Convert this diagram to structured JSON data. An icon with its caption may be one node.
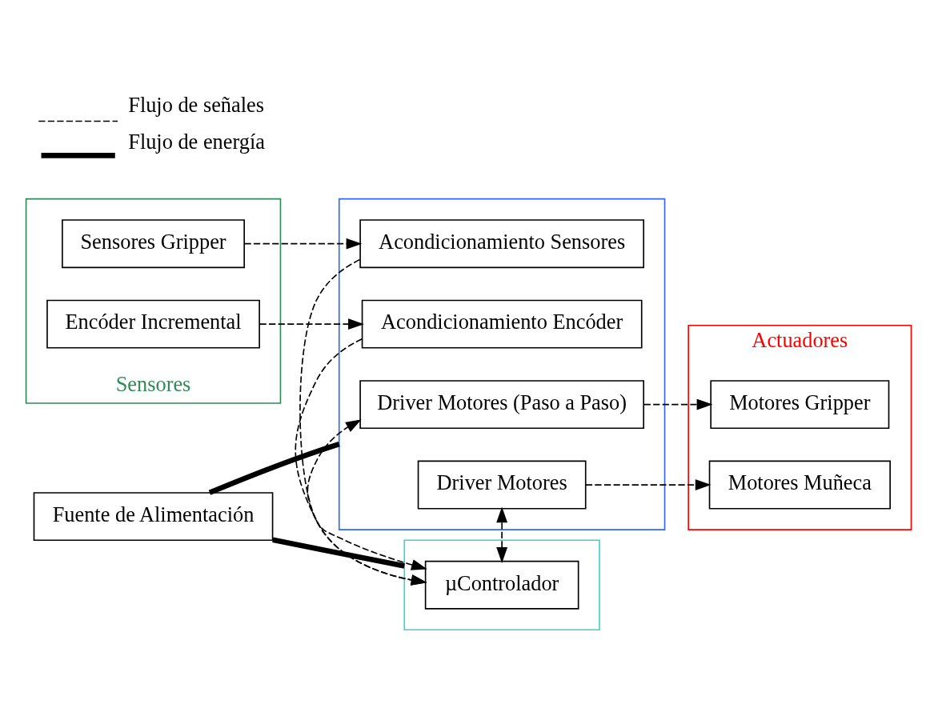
{
  "diagram": {
    "nodes": [
      {
        "text": [
          "Actuadores"
        ]
      },
      {
        "text": [
          "Motores Gripper"
        ],
        "in": 0
      },
      {
        "text": [
          "Motores Muñeca"
        ],
        "in": 0
      },
      {
        "text": [
          "Sensores"
        ]
      },
      {
        "text": [
          "Sensores Gripper"
        ],
        "in": 3
      },
      {
        "text": [
          "Encóder Incremental"
        ],
        "in": 3
      },
      {
        "text": [],
        "shape": "box"
      },
      {
        "text": [
          "Driver Motores (Paso a Paso)"
        ],
        "in": 6
      },
      {
        "text": [
          "Driver Motores"
        ],
        "in": 6
      },
      {
        "text": [
          "Acondicionamiento Sensores"
        ],
        "in": 6
      },
      {
        "text": [
          "Acondicionamiento Encóder"
        ],
        "in": 6
      },
      {
        "text": [
          "Fuente de Alimentación"
        ]
      },
      {
        "text": [],
        "shape": "box"
      },
      {
        "text": [
          "µControlador"
        ],
        "in": 12
      }
    ],
    "edges": [
      {
        "from": 7,
        "to": 1,
        "arrow": "to",
        "style": "dashed"
      },
      {
        "from": 8,
        "to": 2,
        "arrow": "to",
        "style": "dashed"
      },
      {
        "from": 4,
        "to": 9,
        "arrow": "to",
        "style": "dashed"
      },
      {
        "from": 5,
        "to": 10,
        "arrow": "to",
        "style": "dashed"
      },
      {
        "from": 13,
        "to": 7,
        "arrow": "both",
        "style": "dashed"
      },
      {
        "from": 13,
        "to": 8,
        "arrow": "both",
        "style": "dashed"
      },
      {
        "from": 9,
        "to": 13,
        "arrow": "to",
        "style": "dashed"
      },
      {
        "from": 10,
        "to": 13,
        "arrow": "to",
        "style": "dashed"
      },
      {
        "from": 11,
        "to": 6,
        "arrow": "none",
        "style": "thick"
      },
      {
        "from": 11,
        "to": 12,
        "arrow": "none",
        "style": "thick"
      }
    ],
    "legend": [
      {
        "text": "Flujo de señales"
      },
      {
        "text": "Flujo de energía"
      }
    ]
  }
}
